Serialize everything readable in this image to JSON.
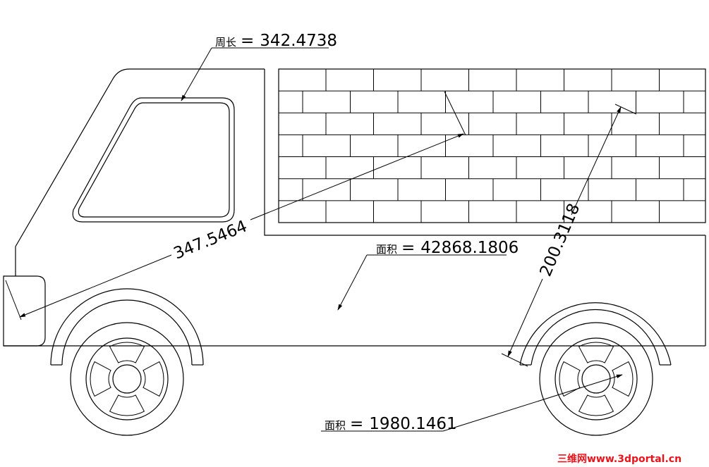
{
  "annotations": {
    "perimeter": {
      "label": "周长",
      "eq": "=",
      "value": "342.4738"
    },
    "diagonal": {
      "value": "347.5464"
    },
    "body_area": {
      "label": "面积",
      "eq": "=",
      "value": "42868.1806"
    },
    "rear_dim": {
      "value": "200.3118"
    },
    "wheel_area": {
      "label": "面积",
      "eq": "=",
      "value": "1980.1461"
    }
  },
  "watermark": {
    "text": "三维网www.3dportal.cn",
    "color": "#e8141b"
  },
  "colors": {
    "line": "#000000",
    "background": "#ffffff"
  }
}
